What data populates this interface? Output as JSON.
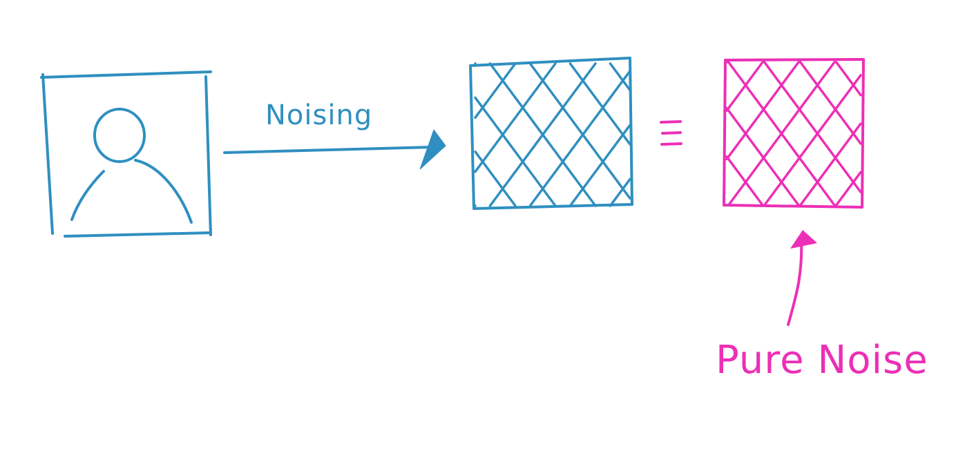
{
  "diagram": {
    "nodes": [
      {
        "id": "clean-image",
        "icon": "person-icon",
        "color": "#2f8fc0"
      },
      {
        "id": "noised-image",
        "pattern": "crosshatch",
        "color": "#2f8fc0"
      },
      {
        "id": "pure-noise",
        "pattern": "crosshatch",
        "color": "#ec2fb6"
      }
    ],
    "edges": [
      {
        "from": "clean-image",
        "to": "noised-image",
        "label": "Noising"
      }
    ],
    "relation_symbol": "≡",
    "annotation": {
      "target": "pure-noise",
      "label": "Pure Noise"
    }
  },
  "labels": {
    "noising": "Noising",
    "equivalence": "≡",
    "pure_noise": "Pure Noise"
  },
  "colors": {
    "blue": "#2f8fc0",
    "pink": "#ec2fb6",
    "background": "#ffffff"
  }
}
